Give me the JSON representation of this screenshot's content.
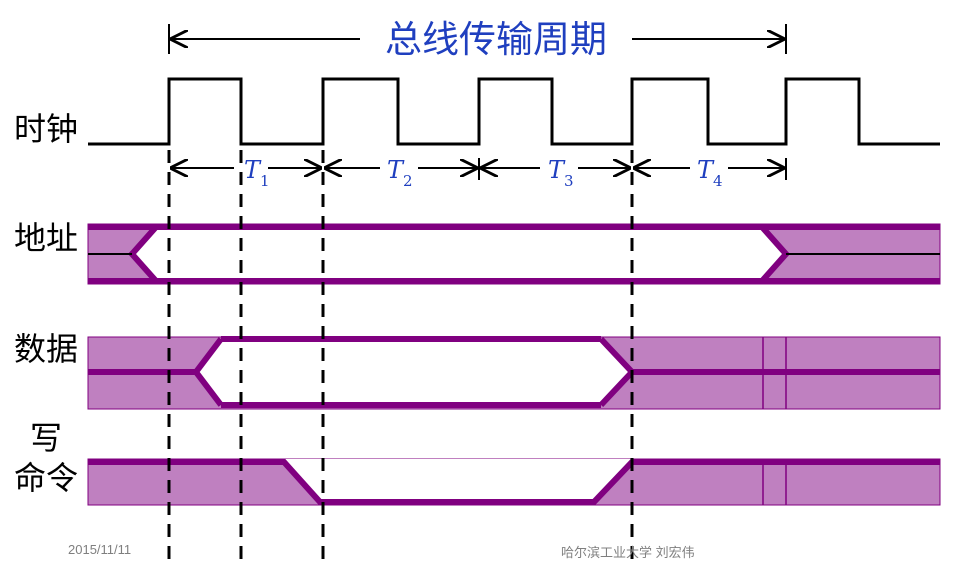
{
  "title": "总线传输周期",
  "signals": {
    "clock": "时钟",
    "address": "地址",
    "data": "数据",
    "write_line1": "写",
    "write_line2": "命令"
  },
  "periods": [
    {
      "sym": "T",
      "sub": "1"
    },
    {
      "sym": "T",
      "sub": "2"
    },
    {
      "sym": "T",
      "sub": "3"
    },
    {
      "sym": "T",
      "sub": "4"
    }
  ],
  "footer": {
    "date": "2015/11/11",
    "source": "哈尔滨工业大学  刘宏伟"
  },
  "colors": {
    "bus_fill": "#bf80c0",
    "bus_line": "#800080",
    "title": "#1f3fbf",
    "period_label": "#1f3fbf"
  }
}
